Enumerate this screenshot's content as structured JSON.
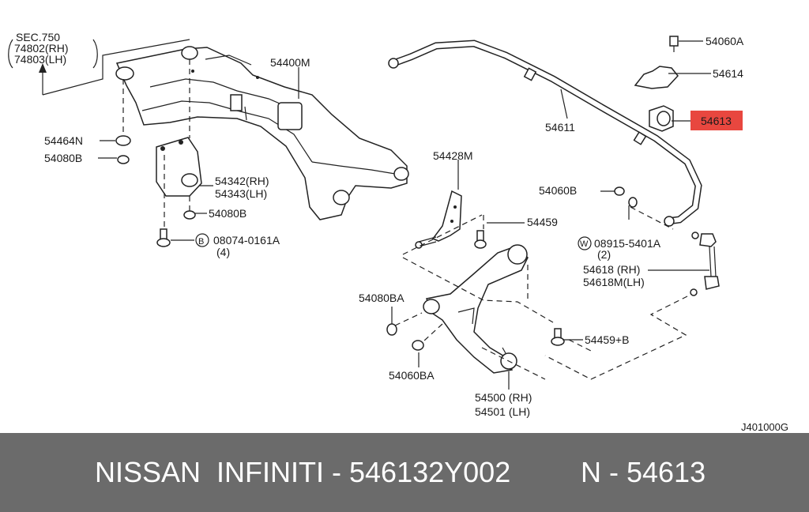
{
  "callouts": {
    "sec": "SEC.750",
    "sec_rh": "74802(RH)",
    "sec_lh": "74803(LH)",
    "p54464n": "54464N",
    "p54080b_top": "54080B",
    "p54342": "54342(RH)",
    "p54343": "54343(LH)",
    "p54080b_low": "54080B",
    "b_badge": "B",
    "p08074": "08074-0161A",
    "p08074_qty": "(4)",
    "p54400m": "54400M",
    "p54611": "54611",
    "p54060a": "54060A",
    "p54614": "54614",
    "p54613": "54613",
    "p54060b": "54060B",
    "w_badge": "W",
    "p08915": "08915-5401A",
    "p08915_qty": "(2)",
    "p54618_rh": "54618 (RH)",
    "p54618m_lh": "54618M(LH)",
    "p54428m": "54428M",
    "p54459": "54459",
    "p54080ba": "54080BA",
    "p54060ba": "54060BA",
    "p54459b": "54459+B",
    "p54500": "54500 (RH)",
    "p54501": "54501 (LH)"
  },
  "diagram_code": "J401000G",
  "highlight_color": "#e8473f",
  "footer": {
    "left": "NISSAN  INFINITI - 546132Y002",
    "right": "N - 54613"
  }
}
